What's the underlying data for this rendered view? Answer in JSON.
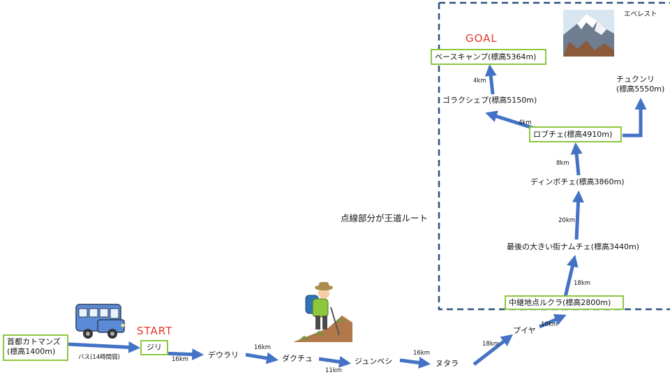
{
  "start_label": "START",
  "goal_label": "GOAL",
  "route_note": "点線部分が王道ルート",
  "stops": {
    "kathmandu": "首都カトマンズ\n(標高1400m)",
    "jiri": "ジリ",
    "deurali": "デウラリ",
    "dakuchu": "ダクチュ",
    "junbesi": "ジュンベシ",
    "nutala": "ヌタラ",
    "puiya": "プイヤ",
    "lukla": "中継地点ルクラ(標高2800m)",
    "namche": "最後の大きい街ナムチェ(標高3440m)",
    "dingboche": "ディンボチェ(標高3860m)",
    "lobuche": "ロブチェ(標高4910m)",
    "gorakshep": "ゴラクシェプ(標高5150m)",
    "basecamp": "ベースキャンプ(標高5364m)",
    "chukhung": "チュクンリ\n(標高5550m)",
    "everest": "エベレスト"
  },
  "legs": {
    "bus": "バス(14時間弱)",
    "jiri_deurali": "16km",
    "deurali_dakuchu": "16km",
    "dakuchu_junbesi": "11km",
    "junbesi_nutala": "16km",
    "nutala_puiya": "18km",
    "puiya_lukla": "10km",
    "lukla_namche": "18km",
    "namche_dingboche": "20km",
    "dingboche_lobuche": "8km",
    "lobuche_gorakshep": "4km",
    "gorakshep_basecamp": "4km"
  },
  "colors": {
    "arrow": "#4472c4",
    "box_border": "#8dc63f",
    "dashed": "#2f4f7f",
    "start_goal": "#e8362b"
  },
  "icons": [
    "bus-icon",
    "hiker-icon",
    "mountain-icon"
  ]
}
